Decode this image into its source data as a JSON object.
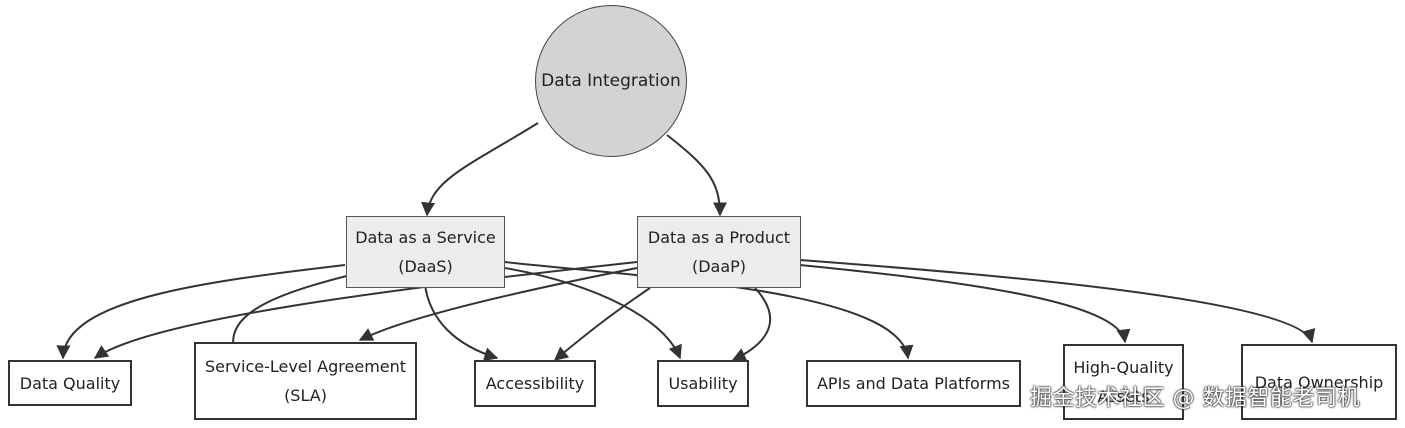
{
  "root": {
    "label": "Data Integration"
  },
  "middle": {
    "daas": {
      "line1": "Data as a Service",
      "line2": "(DaaS)"
    },
    "daap": {
      "line1": "Data as a Product",
      "line2": "(DaaP)"
    }
  },
  "leaves": {
    "quality": {
      "label": "Data Quality"
    },
    "sla": {
      "line1": "Service-Level Agreement",
      "line2": "(SLA)"
    },
    "accessibility": {
      "label": "Accessibility"
    },
    "usability": {
      "label": "Usability"
    },
    "apis": {
      "label": "APIs and Data Platforms"
    },
    "highquality": {
      "line1": "High-Quality",
      "line2": "Assets"
    },
    "ownership": {
      "label": "Data Ownership"
    }
  },
  "watermark": "掘金技术社区 @ 数据智能老司机",
  "colors": {
    "root_fill": "#d3d3d3",
    "middle_fill": "#ececec",
    "edge": "#333333"
  }
}
